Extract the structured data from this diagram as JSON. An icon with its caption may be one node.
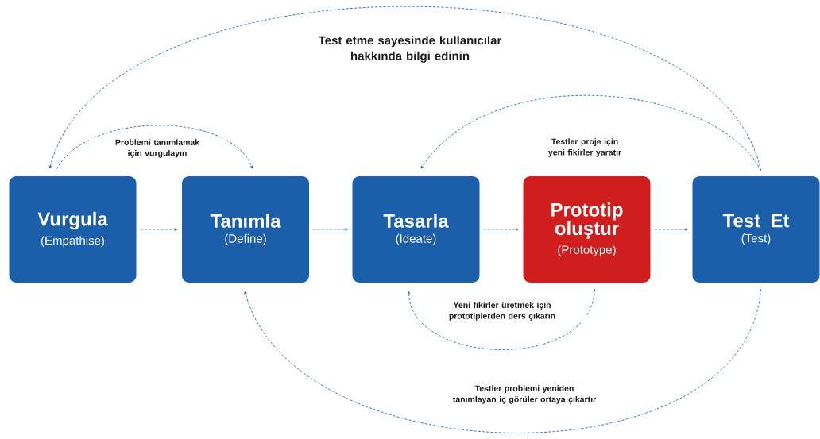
{
  "diagram": {
    "nodes": [
      {
        "text": [
          "Vurgula",
          "(Empathise)"
        ]
      },
      {
        "text": [
          "Tanımla",
          "(Define)"
        ]
      },
      {
        "text": [
          "Tasarla",
          "(Ideate)"
        ]
      },
      {
        "text": [
          "Prototip oluştur",
          "(Prototype)"
        ]
      },
      {
        "text": [
          "Test Et",
          "(Test)"
        ]
      }
    ],
    "edges": [
      {
        "from": 0,
        "to": 1,
        "arrow": "to"
      },
      {
        "from": 1,
        "to": 2,
        "arrow": "to"
      },
      {
        "from": 2,
        "to": 3,
        "arrow": "to"
      },
      {
        "from": 3,
        "to": 4,
        "arrow": "to"
      },
      {
        "from": 0,
        "to": 1,
        "arrow": "to",
        "label": "Problemi tanımlamak için vurgulayın"
      },
      {
        "from": 4,
        "to": 0,
        "arrow": "to",
        "label": "Test etme sayesinde kullanıcılar hakkında bilgi edinin"
      },
      {
        "from": 4,
        "to": 2,
        "arrow": "to",
        "label": "Testler proje için yeni fikirler yaratır"
      },
      {
        "from": 3,
        "to": 2,
        "arrow": "to",
        "label": "Yeni fikirler üretmek için prototiplerden ders çıkarın"
      },
      {
        "from": 4,
        "to": 1,
        "arrow": "to",
        "label": "Testler problemi yeniden tanımlayan iç görüler ortaya çıkartır"
      }
    ]
  }
}
